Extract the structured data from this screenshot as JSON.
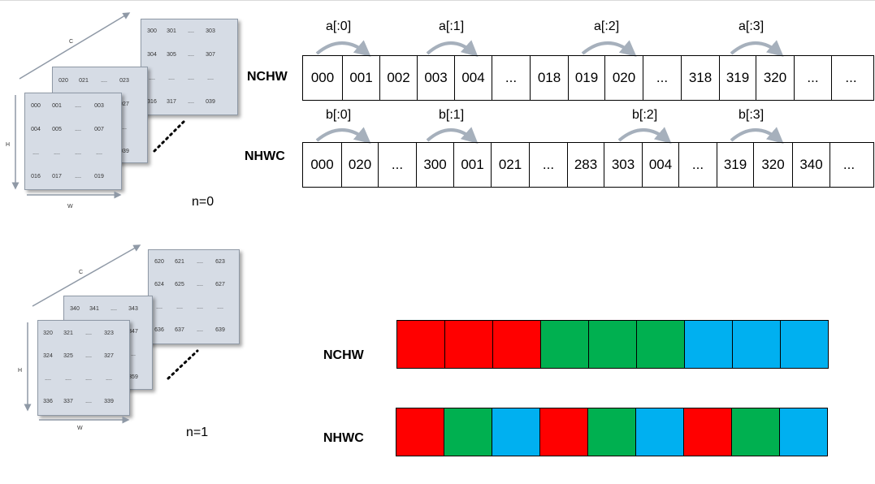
{
  "colors": {
    "red": "#ff0000",
    "green": "#00b050",
    "blue": "#00b0f0",
    "plane": "#d6dce5",
    "arrow": "#a6b0bc"
  },
  "stack0": {
    "n_label": "n=0",
    "axis": {
      "c": "C",
      "h": "H",
      "w": "W"
    },
    "back": {
      "cells": [
        "300",
        "301",
        "....",
        "303",
        "304",
        "305",
        "....",
        "307",
        "....",
        "....",
        "....",
        "....",
        "316",
        "317",
        "....",
        "039"
      ]
    },
    "mid": {
      "cells": [
        "020",
        "021",
        "....",
        "023",
        "....",
        "....",
        "....",
        "027",
        "....",
        "....",
        "....",
        "...",
        "....",
        "....",
        "....",
        "039"
      ]
    },
    "front": {
      "cells": [
        "000",
        "001",
        "....",
        "003",
        "004",
        "005",
        "....",
        "007",
        "....",
        "....",
        "....",
        "....",
        "016",
        "017",
        "....",
        "019"
      ]
    }
  },
  "stack1": {
    "n_label": "n=1",
    "axis": {
      "c": "C",
      "h": "H",
      "w": "W"
    },
    "back": {
      "cells": [
        "620",
        "621",
        "....",
        "623",
        "624",
        "625",
        "....",
        "627",
        "....",
        "....",
        "....",
        "....",
        "636",
        "637",
        "....",
        "639"
      ]
    },
    "mid": {
      "cells": [
        "340",
        "341",
        "....",
        "343",
        "....",
        "....",
        "....",
        "347",
        "....",
        "....",
        "....",
        "...",
        "....",
        "....",
        "....",
        "359"
      ]
    },
    "front": {
      "cells": [
        "320",
        "321",
        "....",
        "323",
        "324",
        "325",
        "....",
        "327",
        "....",
        "....",
        "....",
        "....",
        "336",
        "337",
        "....",
        "339"
      ]
    }
  },
  "nchw_row": {
    "label": "NCHW",
    "cells": [
      "000",
      "001",
      "002",
      "003",
      "004",
      "...",
      "018",
      "019",
      "020",
      "...",
      "318",
      "319",
      "320",
      "...",
      "..."
    ],
    "arrows": [
      "a[:0]",
      "a[:1]",
      "a[:2]",
      "a[:3]"
    ]
  },
  "nhwc_row": {
    "label": "NHWC",
    "cells": [
      "000",
      "020",
      "...",
      "300",
      "001",
      "021",
      "...",
      "283",
      "303",
      "004",
      "...",
      "319",
      "320",
      "340",
      "..."
    ],
    "arrows": [
      "b[:0]",
      "b[:1]",
      "b[:2]",
      "b[:3]"
    ]
  },
  "color_nchw": {
    "label": "NCHW",
    "blocks": [
      "red",
      "red",
      "red",
      "green",
      "green",
      "green",
      "blue",
      "blue",
      "blue"
    ]
  },
  "color_nhwc": {
    "label": "NHWC",
    "blocks": [
      "red",
      "green",
      "blue",
      "red",
      "green",
      "blue",
      "red",
      "green",
      "blue"
    ]
  }
}
